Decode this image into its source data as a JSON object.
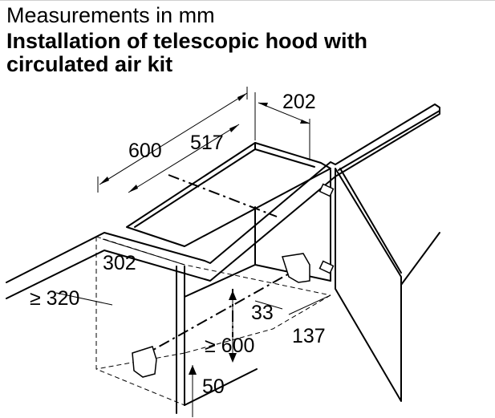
{
  "header": {
    "subtitle": "Measurements in mm",
    "title": "Installation of telescopic hood with circulated air kit"
  },
  "dimensions": {
    "d202": "202",
    "d600": "600",
    "d517": "517",
    "d302": "302",
    "d320": "≥ 320",
    "d33": "33",
    "d600b": "≥ 600",
    "d137": "137",
    "d50": "50"
  }
}
